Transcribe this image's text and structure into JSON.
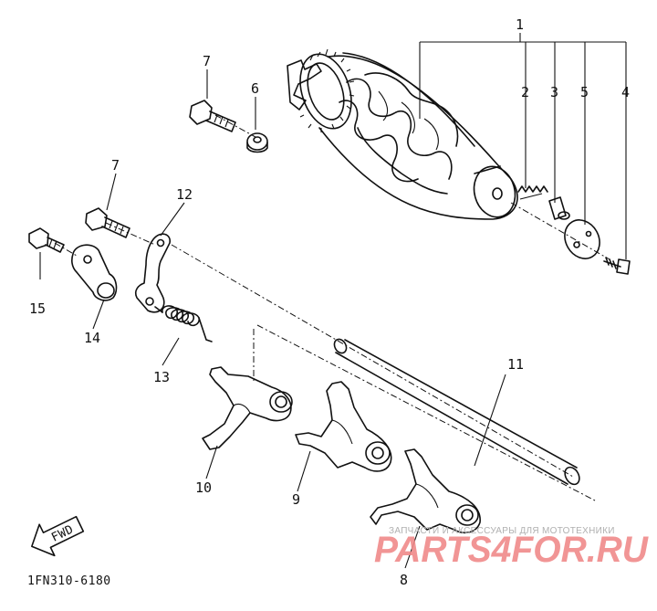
{
  "diagram": {
    "callouts": {
      "c1": "1",
      "c2": "2",
      "c3": "3",
      "c4": "4",
      "c5": "5",
      "c6": "6",
      "c7a": "7",
      "c7b": "7",
      "c8": "8",
      "c9": "9",
      "c10": "10",
      "c11": "11",
      "c12": "12",
      "c13": "13",
      "c14": "14",
      "c15": "15"
    },
    "fwd_arrow": "FWD",
    "diagram_code": "1FN310-6180"
  },
  "watermark": {
    "tagline": "ЗАПЧАСТИ И АКСЕССУАРЫ ДЛЯ МОТОТЕХНИКИ",
    "brand": "PARTS4FOR.RU"
  },
  "colors": {
    "ink": "#111111",
    "watermark_red": "#f08a8a",
    "watermark_grey": "#b0b0b0"
  }
}
